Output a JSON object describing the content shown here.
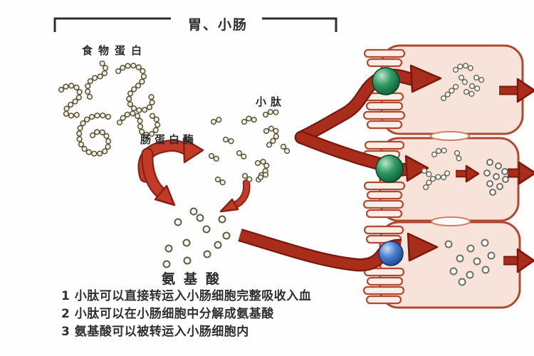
{
  "header": {
    "region_label": "胃、小肠"
  },
  "labels": {
    "food_protein": "食物蛋白",
    "enzyme": "肠蛋白酶",
    "small_peptide": "小肽",
    "amino_acid": "氨基酸"
  },
  "notes": [
    "1 小肽可以直接转运入小肠细胞完整吸收入血",
    "2 小肽可以在小肠细胞中分解成氨基酸",
    "3 氨基酸可以被转运入小肠细胞内"
  ],
  "icons": {
    "green_sphere": "peptide-transporter-icon",
    "blue_sphere": "amino-acid-transporter-icon",
    "bead_chain": "protein-chain-icon",
    "red_arrow": "transport-arrow-icon"
  },
  "colors": {
    "arrow_red": "#a82e1b",
    "arrow_dark_red": "#7c170c",
    "enzyme_arrow_red": "#c23b27",
    "cell_fill": "#f8e3da",
    "cell_outline": "#ad4a31",
    "bead_fill": "#f3eed8",
    "bead_outline": "#56543e",
    "transporter_green": "#2f9c63",
    "transporter_blue": "#4a7fd0",
    "text": "#2f2f2f"
  }
}
